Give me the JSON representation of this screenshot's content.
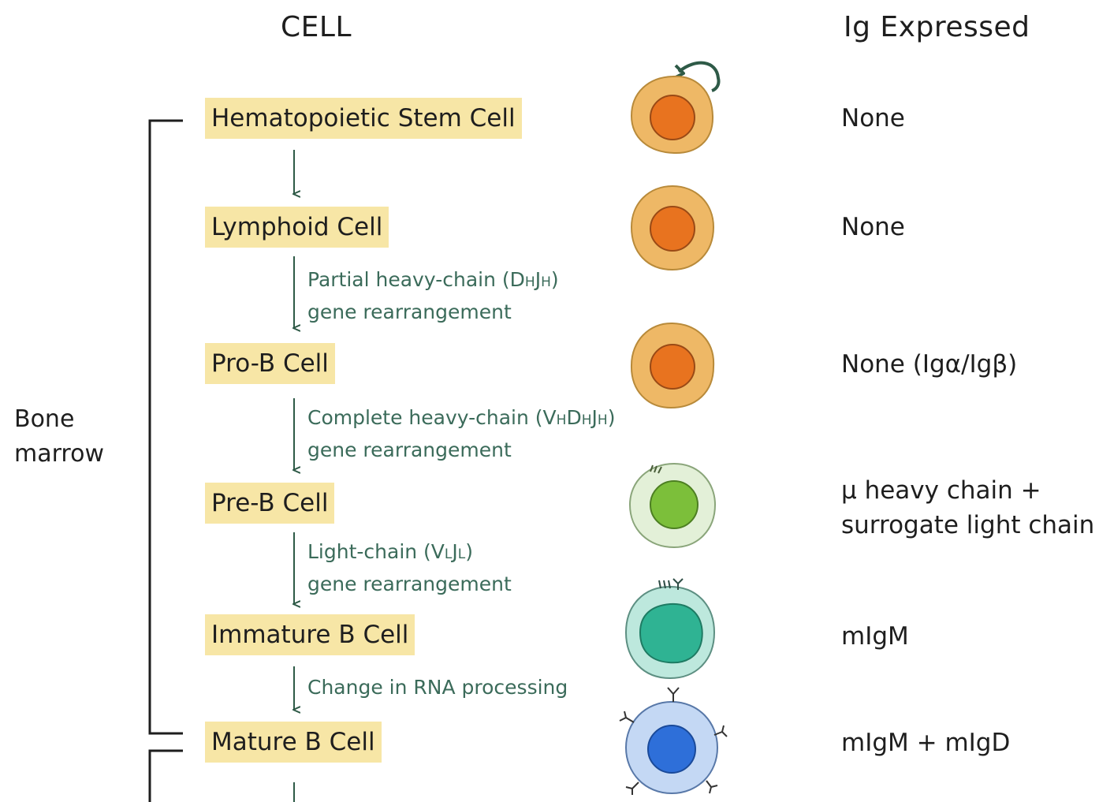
{
  "headers": {
    "cell": "CELL",
    "ig": "Ig Expressed"
  },
  "side_label": {
    "line1": "Bone",
    "line2": "marrow"
  },
  "stages": [
    {
      "name": "Hematopoietic Stem Cell",
      "ig": "None"
    },
    {
      "name": "Lymphoid Cell",
      "ig": "None"
    },
    {
      "name": "Pro-B Cell",
      "ig": "None (Igα/Igβ)"
    },
    {
      "name": "Pre-B Cell",
      "ig_line1": "μ heavy chain +",
      "ig_line2": "surrogate light chain"
    },
    {
      "name": "Immature B Cell",
      "ig": "mIgM"
    },
    {
      "name": "Mature B Cell",
      "ig": "mIgM + mIgD"
    }
  ],
  "transitions": [
    {
      "line1_prefix": "Partial heavy-chain (D",
      "sub1": "H",
      "mid": "J",
      "sub2": "H",
      "suffix": ")",
      "line2": "gene rearrangement"
    },
    {
      "line1_prefix": "Complete heavy-chain (V",
      "sub1": "H",
      "mid": "D",
      "sub2": "H",
      "mid2": "J",
      "sub3": "H",
      "suffix": ")",
      "line2": "gene rearrangement"
    },
    {
      "line1_prefix": "Light-chain (V",
      "sub1": "L",
      "mid": "J",
      "sub2": "L",
      "suffix": ")",
      "line2": "gene rearrangement"
    },
    {
      "line1": "Change in RNA processing"
    }
  ],
  "colors": {
    "stage_highlight": "#f7e6a6",
    "arrow": "#2e5a47",
    "step_text": "#3b6b5a",
    "early_cell": "#eeb866",
    "early_nucleus": "#e8731f",
    "preb_cell": "#e3f0d8",
    "preb_nucleus": "#7cbf3a",
    "immature_cell": "#bde8dd",
    "immature_nucleus": "#2fb393",
    "mature_cell": "#c4d8f4",
    "mature_nucleus": "#2e6fd9"
  }
}
